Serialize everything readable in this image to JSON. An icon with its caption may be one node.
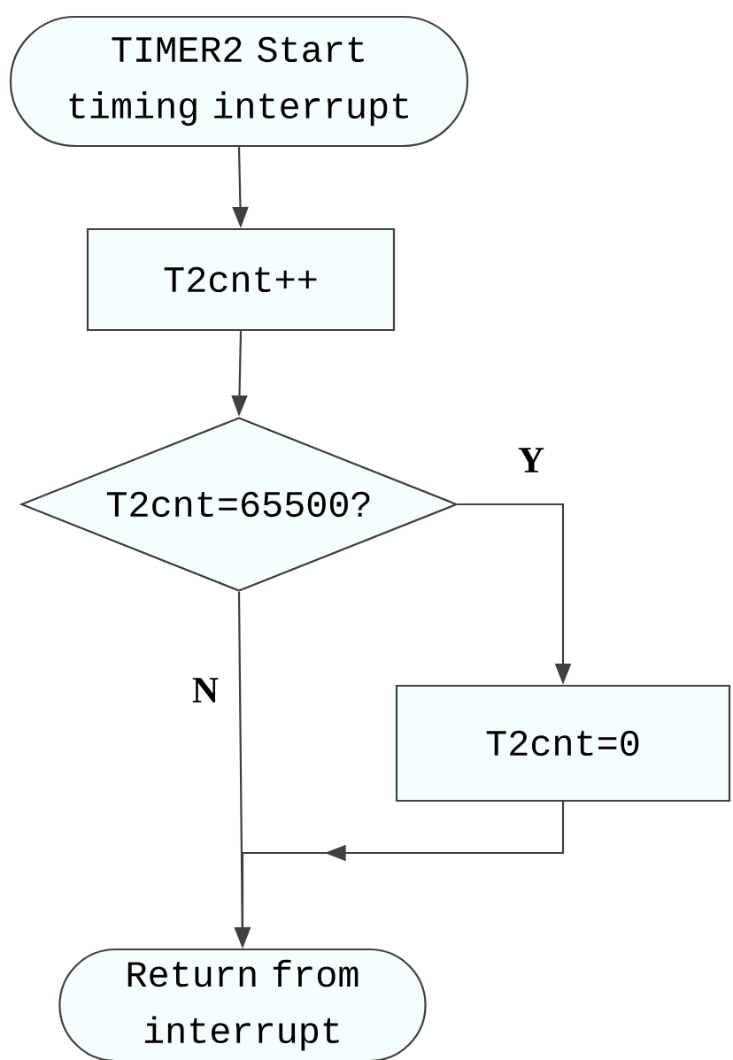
{
  "diagram": {
    "nodes": [
      {
        "text": [
          "TIMER2 Start timing interrupt"
        ]
      },
      {
        "text": [
          "T2cnt++"
        ]
      },
      {
        "text": [
          "T2cnt=65500?"
        ]
      },
      {
        "text": [
          "T2cnt=0"
        ]
      },
      {
        "text": [
          "Return from interrupt"
        ]
      }
    ],
    "edges": [
      {
        "from": 0,
        "to": 1,
        "arrow": "to"
      },
      {
        "from": 1,
        "to": 2,
        "arrow": "to"
      },
      {
        "from": 2,
        "to": 3,
        "arrow": "to",
        "label": "Y"
      },
      {
        "from": 2,
        "to": 4,
        "arrow": "to",
        "label": "N"
      },
      {
        "from": 3,
        "to": 4,
        "arrow": "to"
      }
    ]
  }
}
